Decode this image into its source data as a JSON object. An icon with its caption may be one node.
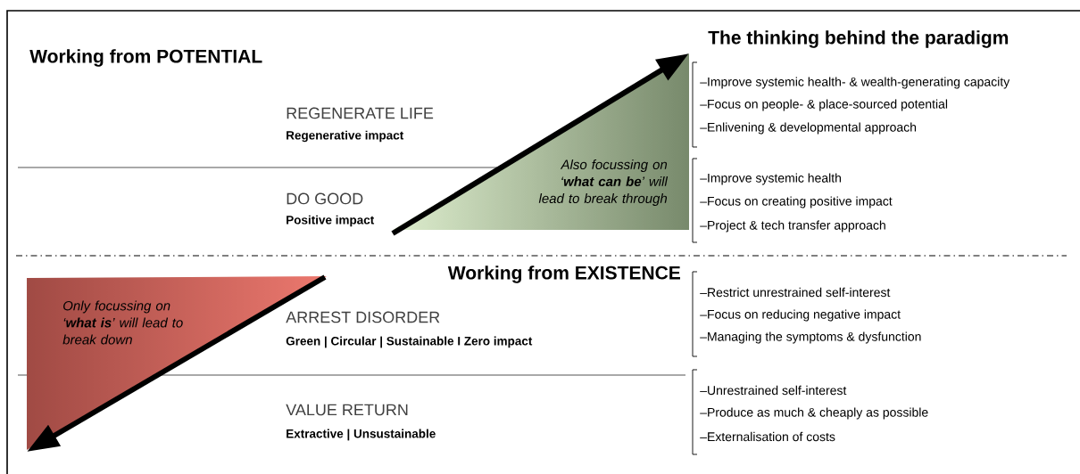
{
  "diagram": {
    "nodes": [
      {
        "text": [
          "Also focussing on ‘**what can be**’ will lead to break through"
        ]
      },
      {
        "text": [
          "Only focussing on ‘**what is**’ will lead to break down"
        ]
      }
    ],
    "labels": [
      "Working from POTENTIAL",
      "The thinking behind the paradigm",
      "REGENERATE LIFE",
      "Regenerative impact",
      "–Improve systemic health- & wealth-generating capacity",
      "–Focus on people- & place-sourced potential",
      "–Enlivening & developmental approach",
      "DO GOOD",
      "Positive impact",
      "–Improve systemic health",
      "–Focus on creating positive impact",
      "–Project & tech transfer approach",
      "Working from EXISTENCE",
      "ARREST DISORDER",
      "Green | Circular | Sustainable I Zero impact",
      "–Restrict unrestrained self-interest",
      "–Focus on reducing negative impact",
      "–Managing the symptoms & dysfunction",
      "VALUE RETURN",
      "Extractive | Unsustainable",
      "–Unrestrained self-interest",
      "–Produce as much & cheaply as possible",
      "–Externalisation of costs"
    ]
  }
}
